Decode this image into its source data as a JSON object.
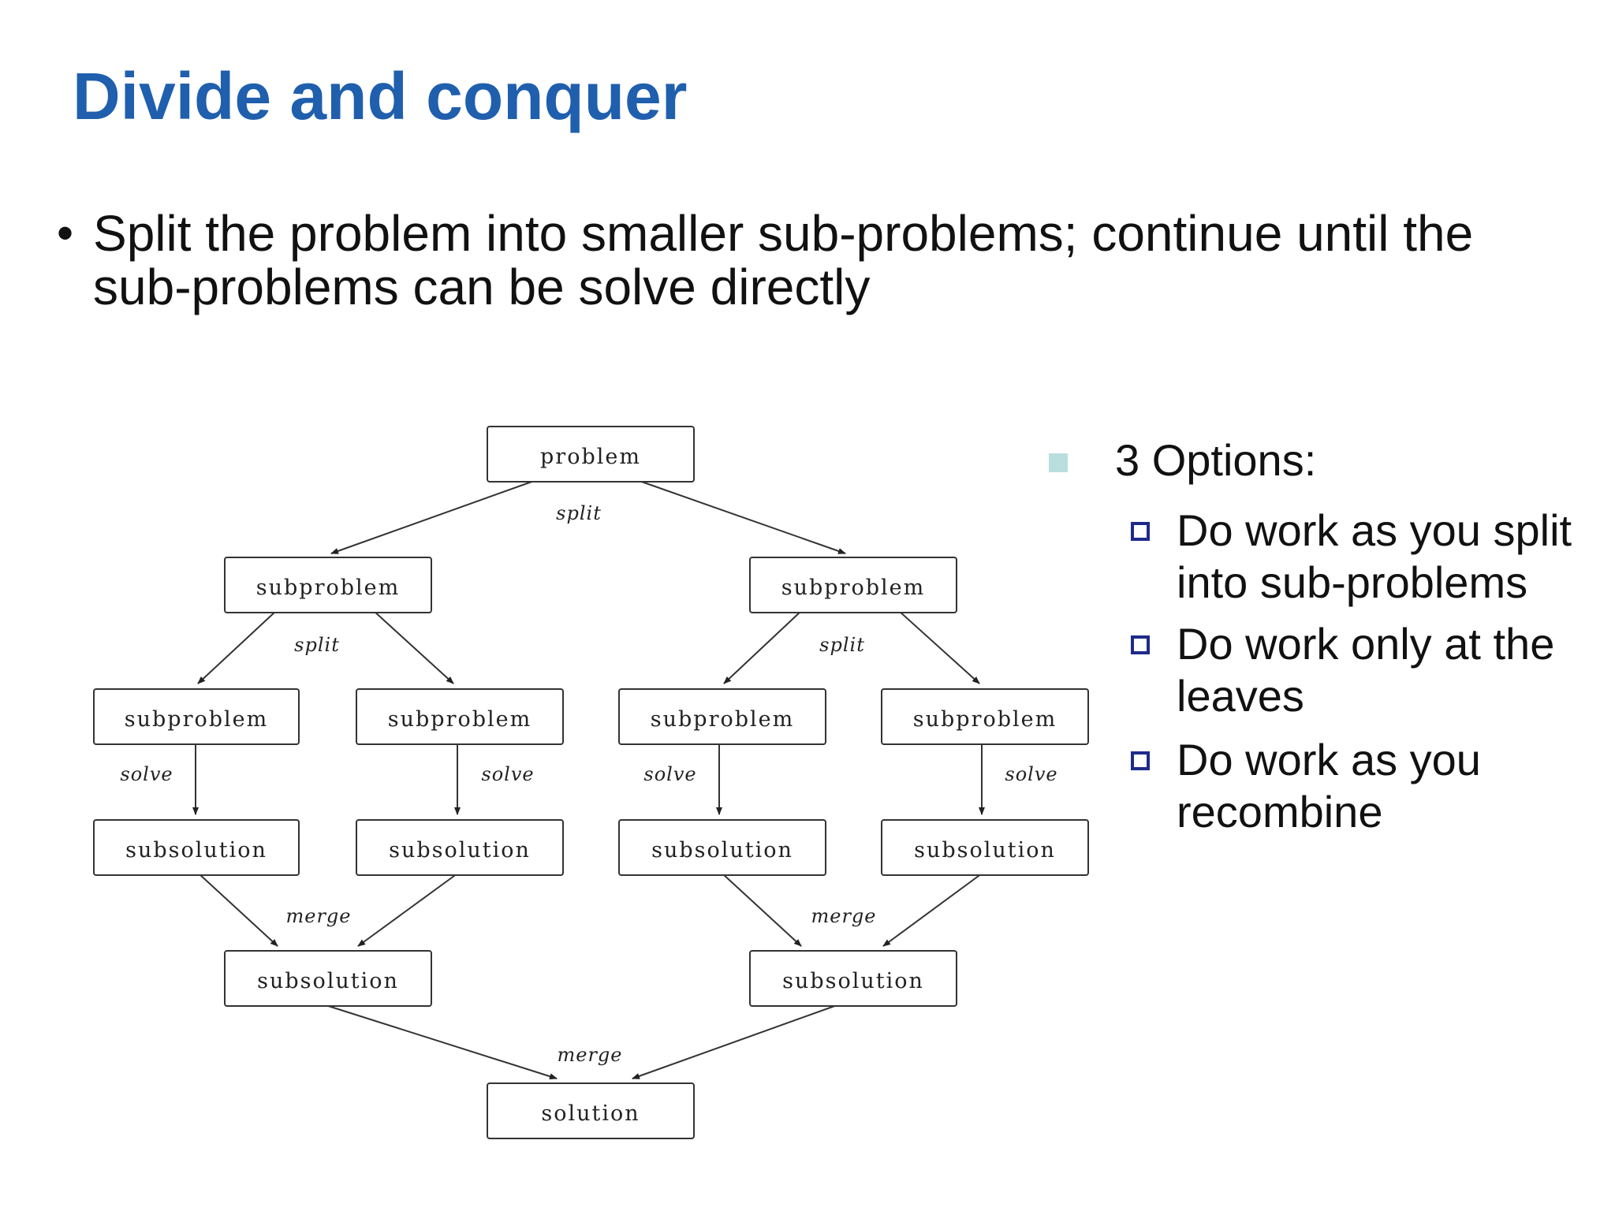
{
  "slide": {
    "title": "Divide and conquer",
    "bullet": "Split the problem into smaller sub-problems; continue until the sub-problems can be solve directly"
  },
  "diagram": {
    "nodes": {
      "root": "problem",
      "sub_left": "subproblem",
      "sub_right": "subproblem",
      "leaf_1": "subproblem",
      "leaf_2": "subproblem",
      "leaf_3": "subproblem",
      "leaf_4": "subproblem",
      "leafsol_1": "subsolution",
      "leafsol_2": "subsolution",
      "leafsol_3": "subsolution",
      "leafsol_4": "subsolution",
      "merged_left": "subsolution",
      "merged_right": "subsolution",
      "final": "solution"
    },
    "edge_labels": {
      "split_top": "split",
      "split_left": "split",
      "split_right": "split",
      "solve_1": "solve",
      "solve_2": "solve",
      "solve_3": "solve",
      "solve_4": "solve",
      "merge_left": "merge",
      "merge_right": "merge",
      "merge_bottom": "merge"
    }
  },
  "options": {
    "heading": "3 Options:",
    "items": [
      "Do work as you split into sub-problems",
      "Do work only at the leaves",
      "Do work as you recombine"
    ],
    "heading_marker_color": "#b8dede",
    "checkbox_color": "#1e2a8a"
  },
  "colors": {
    "title": "#1f5fad",
    "text": "#111111"
  }
}
